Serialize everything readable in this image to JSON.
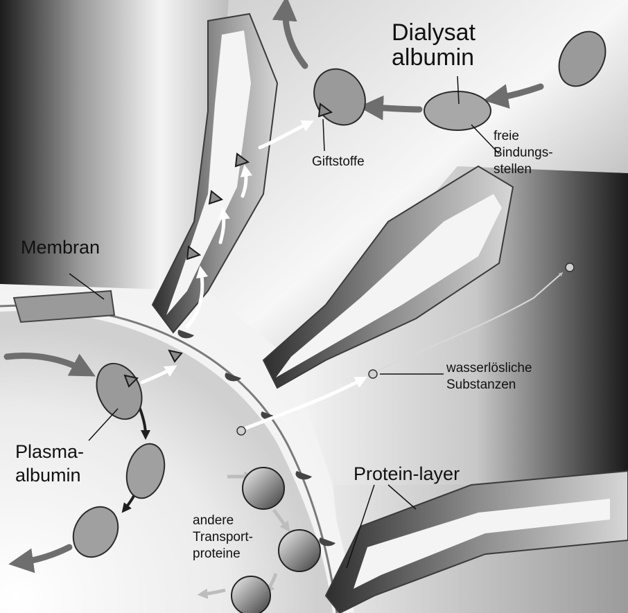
{
  "labels": {
    "dialysat_albumin": [
      "Dialysat",
      "albumin"
    ],
    "freie_bindungsstellen": [
      "freie",
      "Bindungs-",
      "stellen"
    ],
    "giftstoffe": "Giftstoffe",
    "membran": "Membran",
    "wasserloesliche_substanzen": [
      "wasserlösliche",
      "Substanzen"
    ],
    "plasma_albumin": [
      "Plasma-",
      "albumin"
    ],
    "protein_layer": "Protein-layer",
    "andere_transportproteine": [
      "andere",
      "Transport-",
      "proteine"
    ]
  },
  "colors": {
    "membrane_light": "#f2f2f2",
    "membrane_dark": "#3a3a3a",
    "protein_layer": "#7a7a7a",
    "arrow_dark": "#6e6e6e",
    "arrow_light": "#ffffff",
    "toxin": "#8a8a8a"
  }
}
